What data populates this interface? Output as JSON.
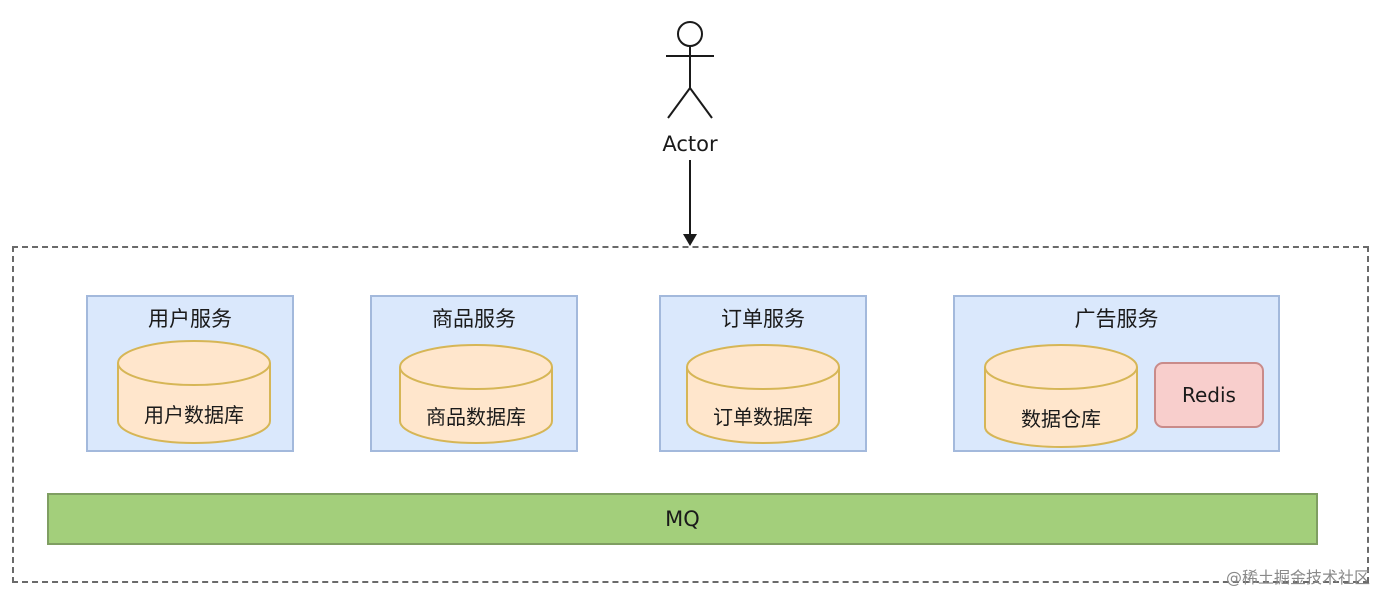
{
  "actor": {
    "label": "Actor"
  },
  "services": [
    {
      "title": "用户服务",
      "db": "用户数据库"
    },
    {
      "title": "商品服务",
      "db": "商品数据库"
    },
    {
      "title": "订单服务",
      "db": "订单数据库"
    },
    {
      "title": "广告服务",
      "db": "数据仓库",
      "cache": "Redis"
    }
  ],
  "bus": {
    "label": "MQ"
  },
  "watermark": "@稀土掘金技术社区",
  "colors": {
    "service_fill": "#dae8fc",
    "service_border": "#a3b9dc",
    "database_fill": "#ffe6cc",
    "database_border": "#d6b656",
    "cache_fill": "#f8cecc",
    "bus_fill": "#a3cf7b"
  }
}
